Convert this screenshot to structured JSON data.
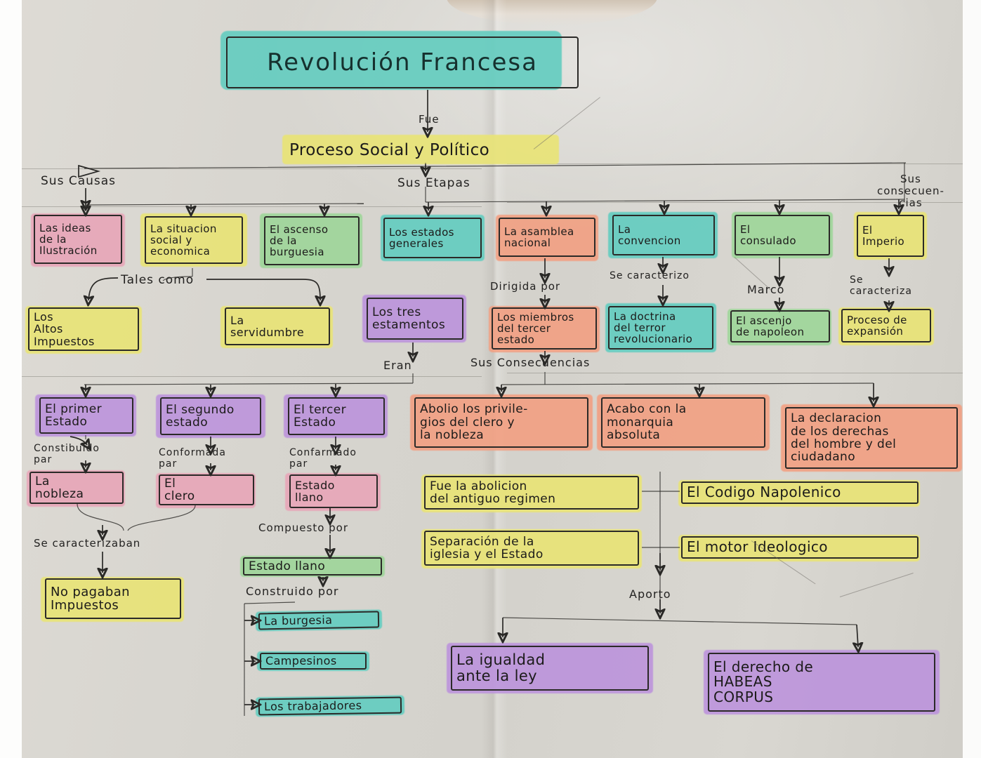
{
  "meta": {
    "doc_type": "handwritten-concept-map",
    "language": "es",
    "background_color": "#d6d4ce",
    "ink_color": "#262523"
  },
  "palette": {
    "pink": "#e8a7b9",
    "yellow": "#e9e477",
    "green": "#9fd69a",
    "teal": "#65cdc0",
    "orange": "#f2a184",
    "purple": "#bd95dc"
  },
  "title": {
    "text": "Revolución Francesa",
    "highlight": "teal"
  },
  "connectors": {
    "fue": "Fue",
    "sus_causas": "Sus Causas",
    "sus_etapas": "Sus Etapas",
    "sus_consecuencias": "Sus\nconsecuen-\ncias",
    "tales_como": "Tales como",
    "eran": "Eran",
    "dirigida_por": "Dirigida por",
    "se_caracterizo_convencion": "Se caracterizo",
    "marco": "Marco",
    "se_caracteriza_imperio": "Se\ncaracteriza",
    "sus_consecuencias_2": "Sus Consecuencias",
    "constituido_por": "Constibuido\npar",
    "conformada_por": "Conformada\npar",
    "conformado_por": "Confarmado\npar",
    "se_caracterizaban": "Se caracterizaban",
    "compuesto_por": "Compuesto por",
    "construido_por": "Construido por",
    "aporto": "Aporto"
  },
  "nodes": {
    "proceso": {
      "text": "Proceso Social y Político",
      "highlight": "yellow"
    },
    "causa_ideas": {
      "text": "Las ideas\nde la\nIlustración",
      "highlight": "pink"
    },
    "causa_situacion": {
      "text": "La situacion\nsocial y\neconomica",
      "highlight": "yellow"
    },
    "causa_burguesia": {
      "text": "El ascenso\nde la\nburguesia",
      "highlight": "green"
    },
    "etapa_estados": {
      "text": "Los estados\ngenerales",
      "highlight": "teal"
    },
    "etapa_asamblea": {
      "text": "La asamblea\nnacional",
      "highlight": "orange"
    },
    "etapa_convencion": {
      "text": "La\nconvencion",
      "highlight": "teal"
    },
    "etapa_consulado": {
      "text": "El\nconsulado",
      "highlight": "green"
    },
    "etapa_imperio": {
      "text": "El\nImperio",
      "highlight": "yellow"
    },
    "altos_impuestos": {
      "text": "Los\nAltos\nImpuestos",
      "highlight": "yellow"
    },
    "servidumbre": {
      "text": "La\nservidumbre",
      "highlight": "yellow"
    },
    "tres_estamentos": {
      "text": "Los tres\nestamentos",
      "highlight": "purple"
    },
    "miembros_tercer": {
      "text": "Los miembros\ndel tercer\nestado",
      "highlight": "orange"
    },
    "doctrina_terror": {
      "text": "La doctrina\ndel terror\nrevolucionario",
      "highlight": "teal"
    },
    "ascenso_napoleon": {
      "text": "El ascenjo\nde napoleon",
      "highlight": "green"
    },
    "proceso_expansion": {
      "text": "Proceso de\nexpansión",
      "highlight": "yellow"
    },
    "primer_estado": {
      "text": "El primer\nEstado",
      "highlight": "purple"
    },
    "segundo_estado": {
      "text": "El segundo\nestado",
      "highlight": "purple"
    },
    "tercer_estado": {
      "text": "El tercer\nEstado",
      "highlight": "purple"
    },
    "nobleza": {
      "text": "La\nnobleza",
      "highlight": "pink"
    },
    "clero": {
      "text": "El\nclero",
      "highlight": "pink"
    },
    "estado_llano_pink": {
      "text": "Estado\nllano",
      "highlight": "pink"
    },
    "no_pagaban": {
      "text": "No pagaban\nImpuestos",
      "highlight": "yellow"
    },
    "estado_llano_green": {
      "text": "Estado llano",
      "highlight": "green"
    },
    "la_burgesia": {
      "text": "La burgesia",
      "highlight": "teal"
    },
    "campesinos": {
      "text": "Campesinos",
      "highlight": "teal"
    },
    "los_trabajadores": {
      "text": "Los trabajadores",
      "highlight": "teal"
    },
    "abolio_privilegios": {
      "text": "Abolio los privile-\ngios del clero y\nla nobleza",
      "highlight": "orange"
    },
    "acabo_monarquia": {
      "text": "Acabo con la\nmonarquia\nabsoluta",
      "highlight": "orange"
    },
    "declaracion_derechos": {
      "text": "La declaracion\nde los derechas\ndel hombre y del\nciudadano",
      "highlight": "orange"
    },
    "abolicion_antiguo": {
      "text": "Fue la abolicion\ndel antiguo regimen",
      "highlight": "yellow"
    },
    "separacion_iglesia": {
      "text": "Separación de la\niglesia y el Estado",
      "highlight": "yellow"
    },
    "codigo_napolenico": {
      "text": "El Codigo Napolenico",
      "highlight": "yellow"
    },
    "motor_ideologico": {
      "text": "El motor Ideologico",
      "highlight": "yellow"
    },
    "igualdad_ley": {
      "text": "La igualdad\nante la ley",
      "highlight": "purple"
    },
    "habeas_corpus": {
      "text": "El derecho de\nHABEAS\n        CORPUS",
      "highlight": "purple"
    }
  }
}
